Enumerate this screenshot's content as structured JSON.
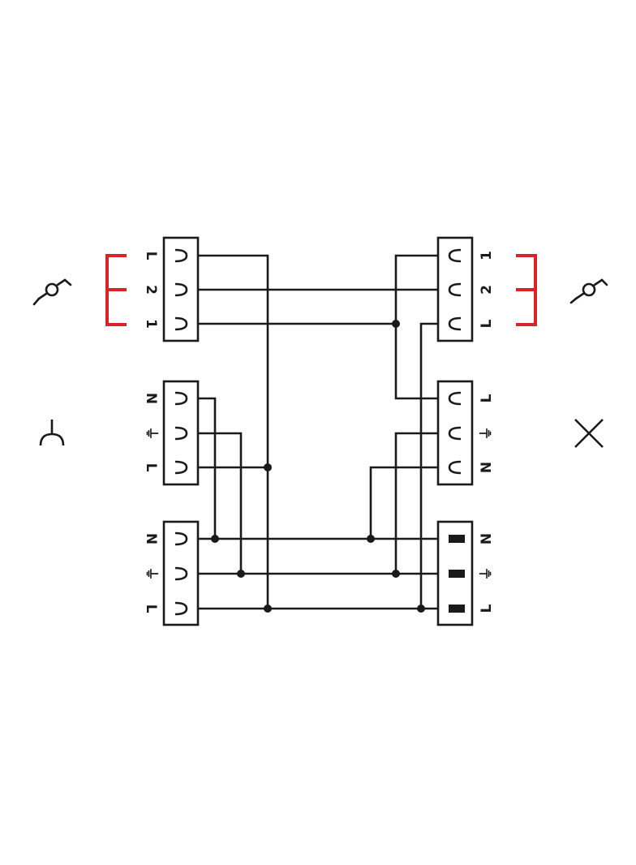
{
  "colors": {
    "ink": "#1a1a1a",
    "accent": "#d8232a",
    "background": "#ffffff"
  },
  "left_switch": {
    "terminals": [
      "L",
      "2",
      "1"
    ],
    "symbol": "two-way-switch-icon"
  },
  "right_switch": {
    "terminals": [
      "1",
      "2",
      "L"
    ],
    "symbol": "two-way-switch-icon"
  },
  "left_socket": {
    "terminals": [
      "N",
      "⏚",
      "L"
    ],
    "symbol": "socket-outlet-icon"
  },
  "right_light": {
    "terminals": [
      "L",
      "⏚",
      "N"
    ],
    "symbol": "lamp-cross-icon"
  },
  "left_supply": {
    "terminals": [
      "N",
      "⏚",
      "L"
    ]
  },
  "right_supply": {
    "terminals": [
      "N",
      "⏚",
      "L"
    ]
  }
}
